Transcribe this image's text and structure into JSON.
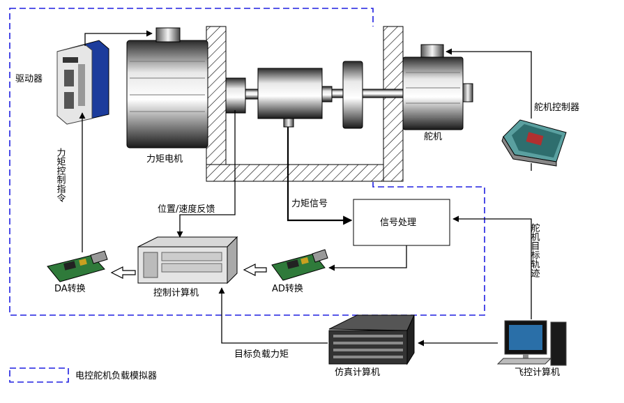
{
  "labels": {
    "driver": "驱动器",
    "torque_motor": "力矩电机",
    "servo": "舵机",
    "servo_controller": "舵机控制器",
    "torque_cmd": "力矩控制指令",
    "pos_vel_feedback": "位置/速度反馈",
    "torque_signal": "力矩信号",
    "signal_processing": "信号处理",
    "servo_trajectory": "舵机目标轨迹",
    "da": "DA转换",
    "control_computer": "控制计算机",
    "ad": "AD转换",
    "target_load_torque": "目标负载力矩",
    "sim_computer": "仿真计算机",
    "flight_computer": "飞控计算机",
    "legend": "电控舵机负载模拟器"
  },
  "colors": {
    "boundary": "#1e1ee0",
    "line": "#000000"
  },
  "icons": {
    "driver": "servo-driver-icon",
    "torque_motor": "motor-icon",
    "servo": "servo-motor-icon",
    "servo_controller": "controller-board-icon",
    "da": "pci-card-icon",
    "ad": "pci-card-icon",
    "control_computer": "industrial-pc-icon",
    "sim_computer": "rack-server-icon",
    "flight_computer": "desktop-pc-icon"
  }
}
